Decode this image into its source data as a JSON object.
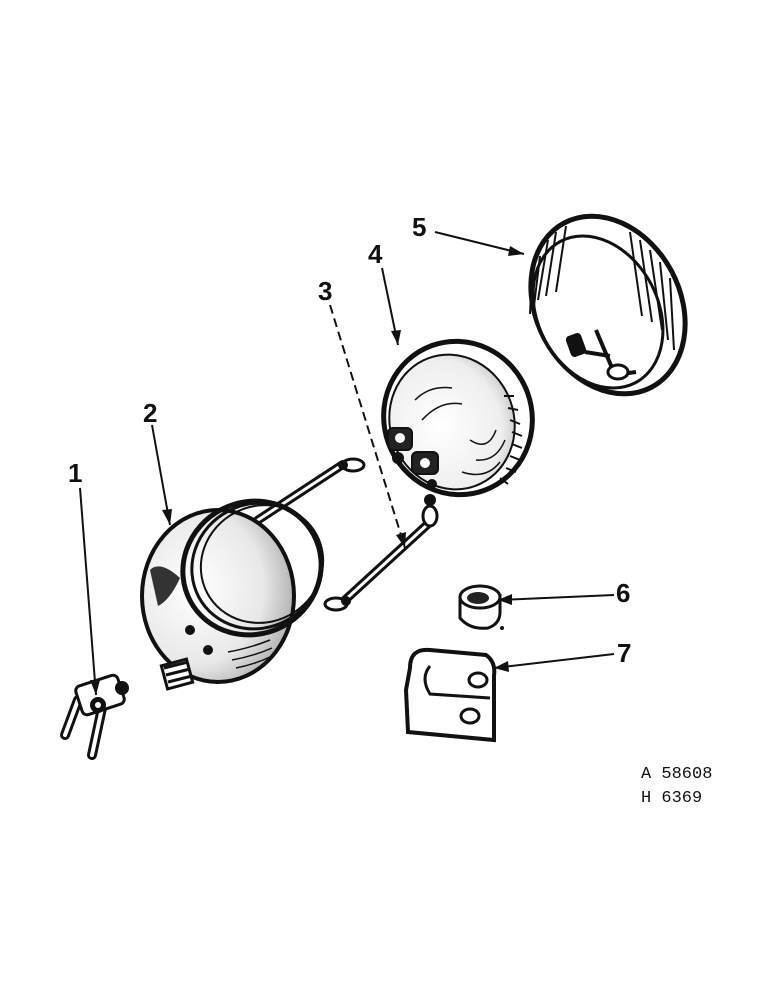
{
  "callouts": [
    {
      "id": "1",
      "label": "1"
    },
    {
      "id": "2",
      "label": "2"
    },
    {
      "id": "3",
      "label": "3"
    },
    {
      "id": "4",
      "label": "4"
    },
    {
      "id": "5",
      "label": "5"
    },
    {
      "id": "6",
      "label": "6"
    },
    {
      "id": "7",
      "label": "7"
    }
  ],
  "reference_codes": [
    "A 58608",
    "H 6369"
  ],
  "colors": {
    "ink": "#111111",
    "paper": "#ffffff"
  }
}
